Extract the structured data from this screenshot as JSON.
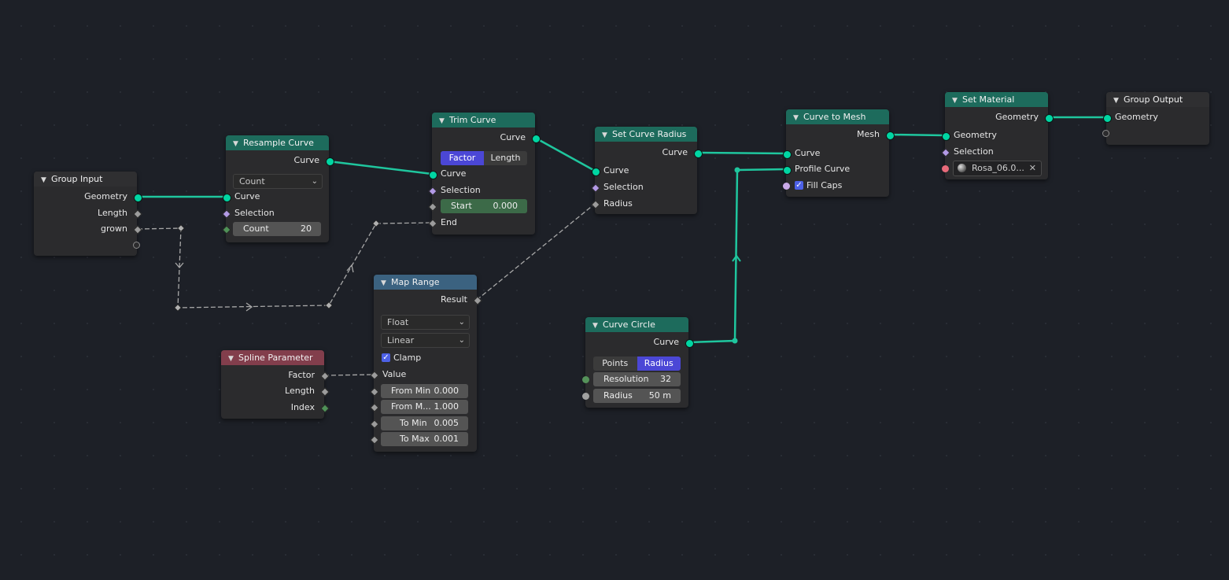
{
  "nodes": {
    "group_input": {
      "title": "Group Input",
      "outputs": [
        "Geometry",
        "Length",
        "grown"
      ]
    },
    "resample": {
      "title": "Resample Curve",
      "output": "Curve",
      "mode": "Count",
      "inputs": [
        "Curve",
        "Selection"
      ],
      "count_label": "Count",
      "count_value": "20"
    },
    "trim": {
      "title": "Trim Curve",
      "output": "Curve",
      "mode_options": [
        "Factor",
        "Length"
      ],
      "mode_selected": "Factor",
      "inputs": [
        "Curve",
        "Selection"
      ],
      "start_label": "Start",
      "start_value": "0.000",
      "end_label": "End"
    },
    "set_radius": {
      "title": "Set Curve Radius",
      "output": "Curve",
      "inputs": [
        "Curve",
        "Selection",
        "Radius"
      ]
    },
    "curve_to_mesh": {
      "title": "Curve to Mesh",
      "output": "Mesh",
      "inputs": [
        "Curve",
        "Profile Curve"
      ],
      "fill_caps": "Fill Caps"
    },
    "set_material": {
      "title": "Set Material",
      "output": "Geometry",
      "inputs": [
        "Geometry",
        "Selection"
      ],
      "material": "Rosa_06.0..."
    },
    "group_output": {
      "title": "Group Output",
      "input": "Geometry"
    },
    "map_range": {
      "title": "Map Range",
      "output": "Result",
      "data_type": "Float",
      "interpolation": "Linear",
      "clamp": "Clamp",
      "value_label": "Value",
      "fields": [
        {
          "label": "From Min",
          "value": "0.000"
        },
        {
          "label": "From M...",
          "value": "1.000"
        },
        {
          "label": "To Min",
          "value": "0.005"
        },
        {
          "label": "To Max",
          "value": "0.001"
        }
      ]
    },
    "spline_param": {
      "title": "Spline Parameter",
      "outputs": [
        "Factor",
        "Length",
        "Index"
      ]
    },
    "curve_circle": {
      "title": "Curve Circle",
      "output": "Curve",
      "mode_options": [
        "Points",
        "Radius"
      ],
      "mode_selected": "Radius",
      "resolution_label": "Resolution",
      "resolution_value": "32",
      "radius_label": "Radius",
      "radius_value": "50 m"
    }
  },
  "colors": {
    "geometry_link": "#1fc69e",
    "field_link": "#a8a8a8",
    "header_geometry": "#1d6b5c",
    "header_vector": "#3b6280",
    "header_input": "#823e4c",
    "accent": "#4b47d6"
  },
  "icons": {
    "collapse": "chevron-down-icon",
    "material": "material-sphere-icon",
    "clear": "close-icon",
    "check": "checkmark-icon"
  }
}
